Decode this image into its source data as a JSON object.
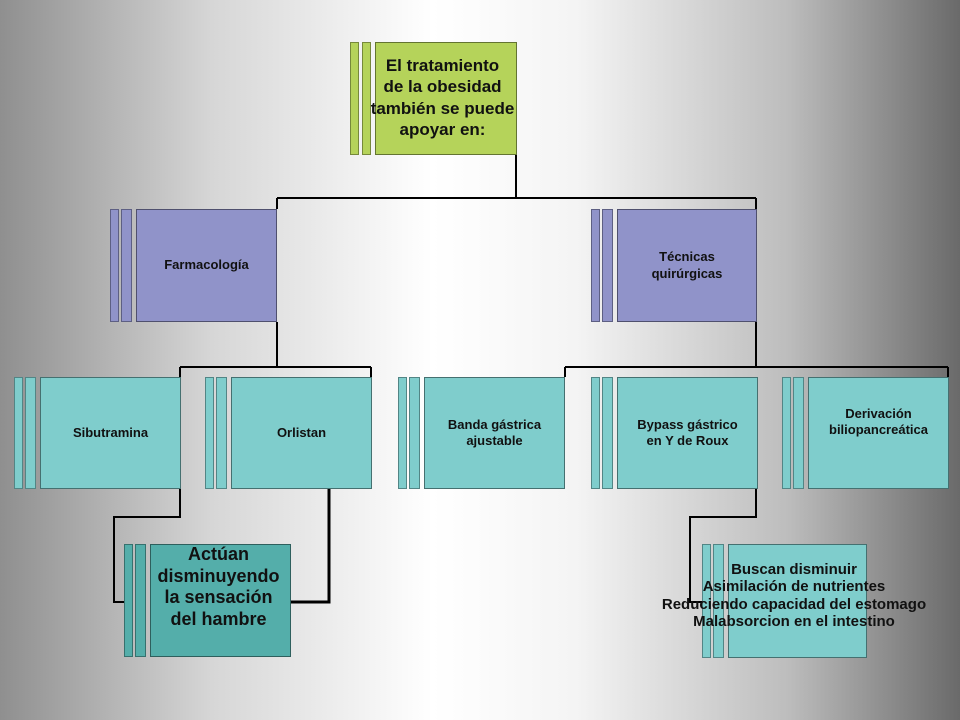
{
  "diagram": {
    "root": {
      "label": "El tratamiento\nde la obesidad\ntambién se puede\napoyar en:"
    },
    "level2": {
      "pharmacology": {
        "label": "Farmacología"
      },
      "surgery": {
        "label": "Técnicas\nquirúrgicas"
      }
    },
    "level3": {
      "sibutramina": {
        "label": "Sibutramina"
      },
      "orlistan": {
        "label": "Orlistan"
      },
      "banda": {
        "label": "Banda gástrica\najustable"
      },
      "bypass": {
        "label": "Bypass gástrico\nen Y de Roux"
      },
      "derivacion": {
        "label": "Derivación\nbiliopancreática"
      }
    },
    "notes": {
      "hunger": {
        "label": "Actúan\ndisminuyendo\nla sensación\ndel hambre"
      },
      "surgery_goal": {
        "label": "Buscan disminuir\nAsimilación de nutrientes\nReduciendo capacidad del estomago\nMalabsorcion en el intestino"
      }
    }
  },
  "colors": {
    "root": "#b5d35a",
    "level2": "#9093c9",
    "level3": "#7fcdcc",
    "note": "#54aeaa",
    "connector": "#000000"
  }
}
